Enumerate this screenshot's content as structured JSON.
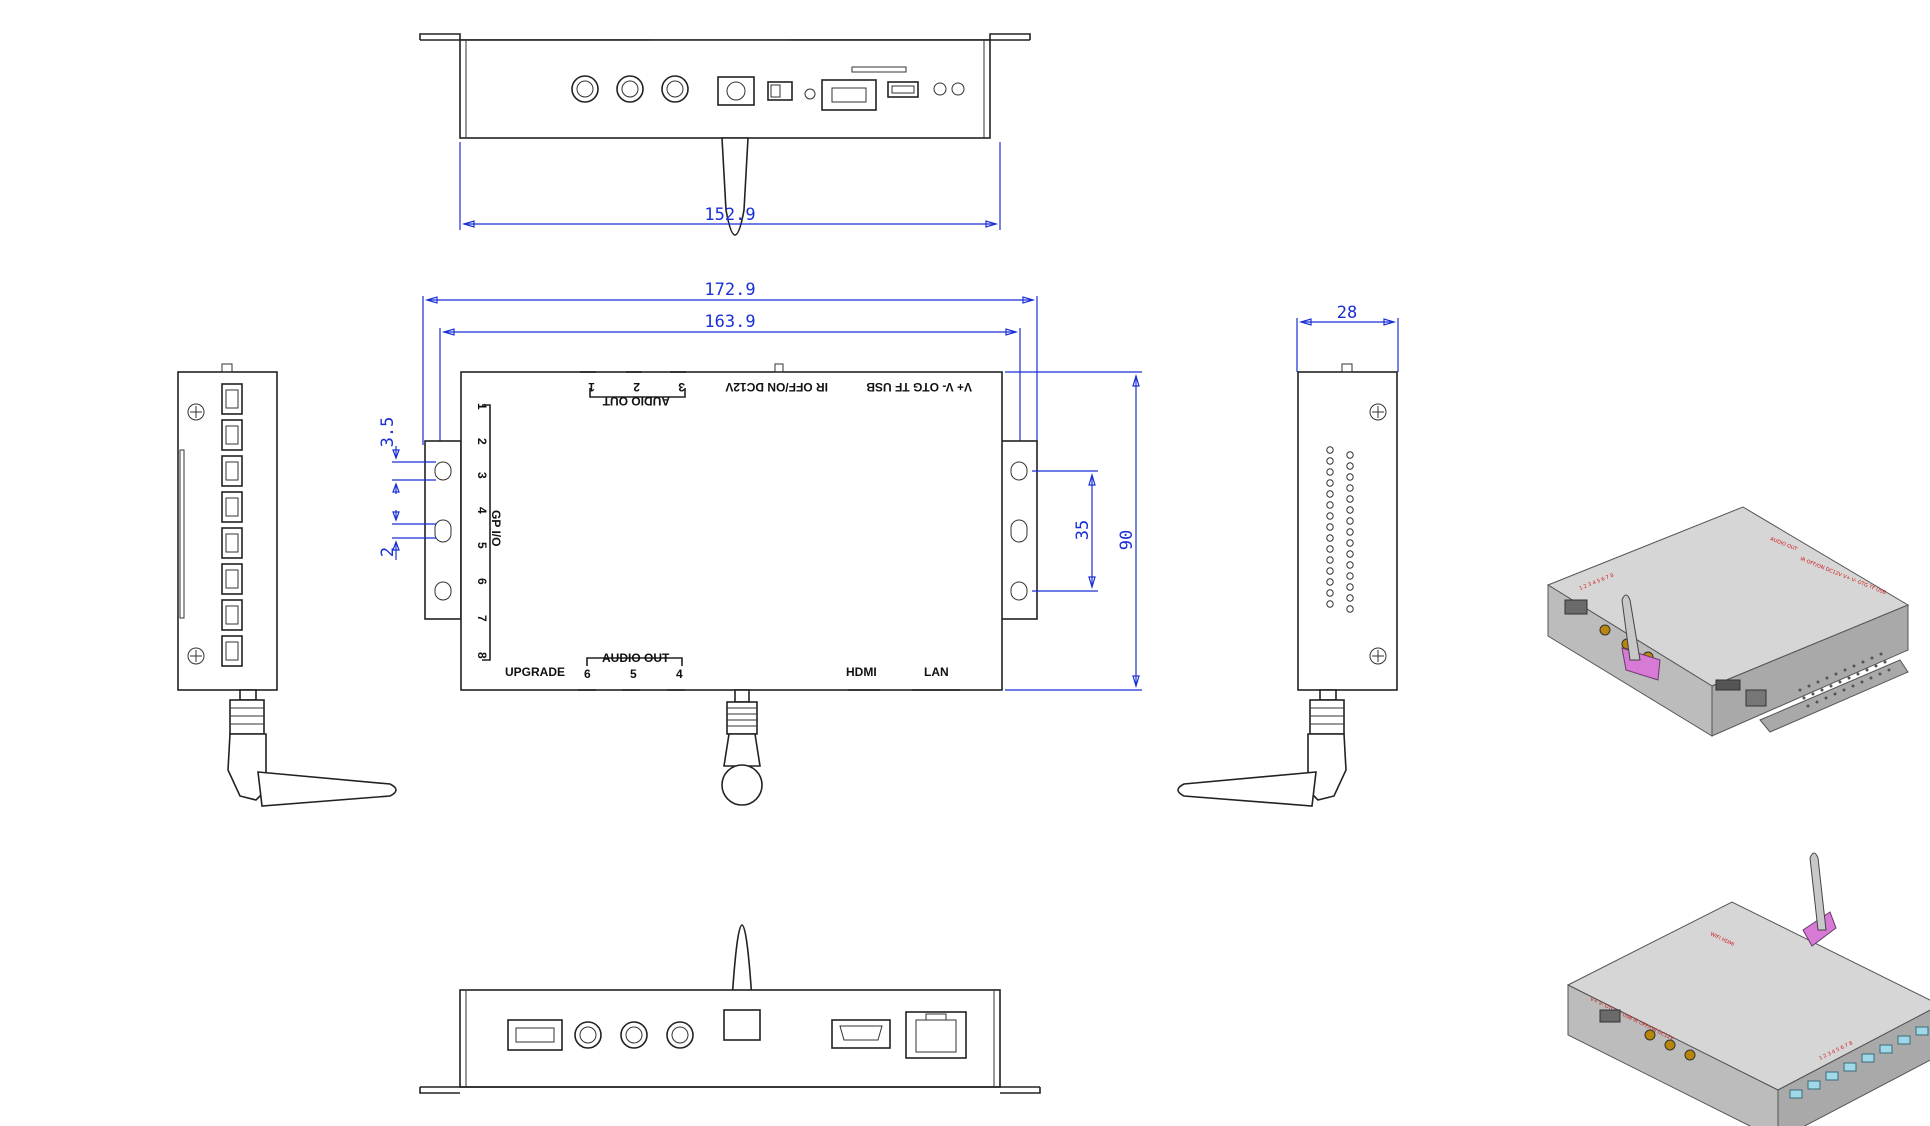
{
  "dimensions": {
    "front_width": "152.9",
    "overall_length": "172.9",
    "hole_spacing": "163.9",
    "depth": "28",
    "height": "90",
    "slot_spacing": "35",
    "slot_length": "3.5",
    "slot_width": "2"
  },
  "top_view_labels": {
    "gpio_title": "GP I/O",
    "gpio_pins": [
      "1",
      "2",
      "3",
      "4",
      "5",
      "6",
      "7",
      "8"
    ],
    "audio_out_top": "AUDIO OUT",
    "audio_top_numbers": [
      "1",
      "2",
      "3"
    ],
    "rear_ports": "IR  OFF/ON DC12V",
    "rear_ports_2": "V+ V-   OTG   TF  USB",
    "audio_out_bottom": "AUDIO OUT",
    "audio_bottom_numbers": [
      "6",
      "5",
      "4"
    ],
    "upgrade": "UPGRADE",
    "hdmi": "HDMI",
    "lan": "LAN"
  },
  "iconography": {
    "antenna": "antenna-icon",
    "usb_port": "usb-port-icon",
    "hdmi_port": "hdmi-port-icon",
    "lan_port": "lan-port-icon",
    "audio_jack": "audio-jack-icon",
    "dc_jack": "dc-jack-icon",
    "switch": "switch-icon",
    "screw": "screw-icon"
  },
  "colors": {
    "outline": "#222222",
    "dimension": "#1a2fd6",
    "render_marking": "#d01818",
    "antenna_joint": "#d67ad6"
  }
}
